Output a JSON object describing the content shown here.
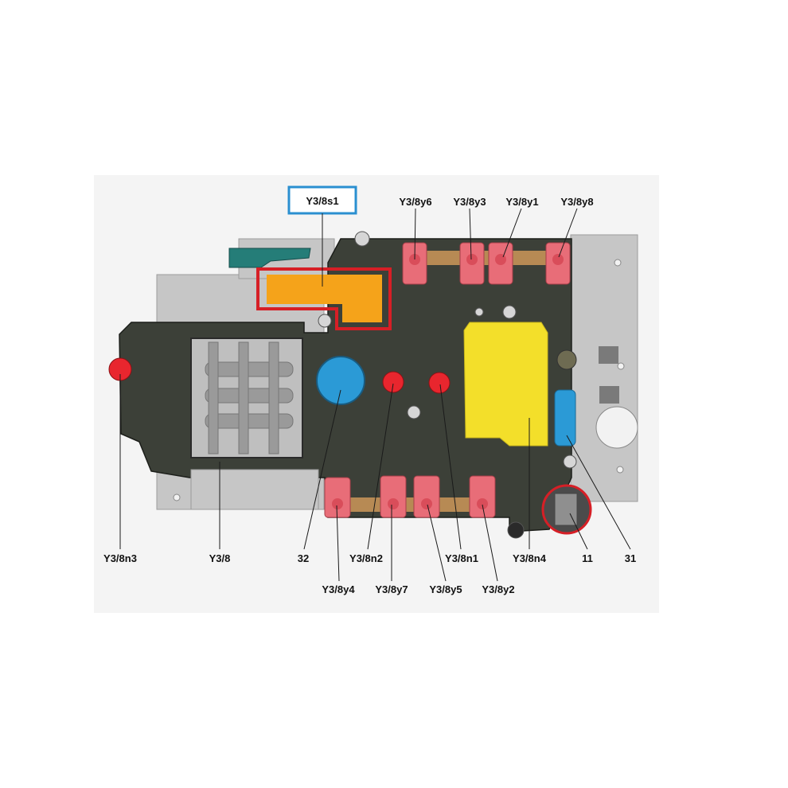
{
  "diagram": {
    "title_box_label": "Y3/8s1",
    "colors": {
      "board": "#3c4038",
      "frame": "#c9c9c9",
      "solenoid": "#e86d78",
      "red_sensor": "#e8262e",
      "blue_sensor": "#2b9ad6",
      "orange_part": "#f5a31a",
      "yellow_part": "#f3df2a",
      "highlight_red": "#d61f26",
      "highlight_blue": "#2a8fd0"
    },
    "top_labels": [
      "Y3/8y6",
      "Y3/8y3",
      "Y3/8y1",
      "Y3/8y8"
    ],
    "bottom_labels_row1": [
      "Y3/8n3",
      "Y3/8",
      "32",
      "Y3/8n2",
      "Y3/8n1",
      "Y3/8n4",
      "11",
      "31"
    ],
    "bottom_labels_row2": [
      "Y3/8y4",
      "Y3/8y7",
      "Y3/8y5",
      "Y3/8y2"
    ]
  }
}
